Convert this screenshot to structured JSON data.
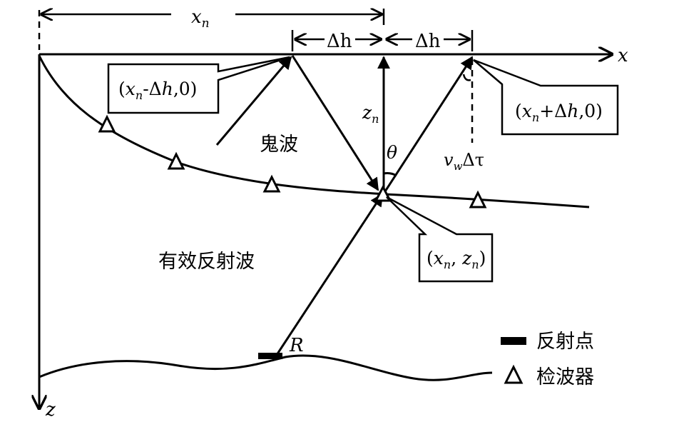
{
  "labels": {
    "xn": "x",
    "xn_sub": "n",
    "dh_left": "Δh",
    "dh_right": "Δh",
    "x_axis": "x",
    "z_axis": "z",
    "zn": "z",
    "zn_sub": "n",
    "theta": "θ",
    "vw": "v",
    "vw_sub": "w",
    "dtau": "Δτ",
    "ghost_wave": "鬼波",
    "effective_reflection": "有效反射波",
    "R": "R"
  },
  "callouts": {
    "left_point": {
      "pre": "(",
      "x": "x",
      "x_sub": "n",
      "mid": "-Δ",
      "h": "h",
      "post": ",0)"
    },
    "right_point": {
      "pre": "(",
      "x": "x",
      "x_sub": "n",
      "mid": "+Δ",
      "h": "h",
      "post": ",0)"
    },
    "receiver_point": {
      "pre": "(",
      "x": "x",
      "x_sub": "n",
      "comma": ", ",
      "z": "z",
      "z_sub": "n",
      "post": ")"
    }
  },
  "legend": {
    "reflection_point": "反射点",
    "geophone": "检波器"
  }
}
